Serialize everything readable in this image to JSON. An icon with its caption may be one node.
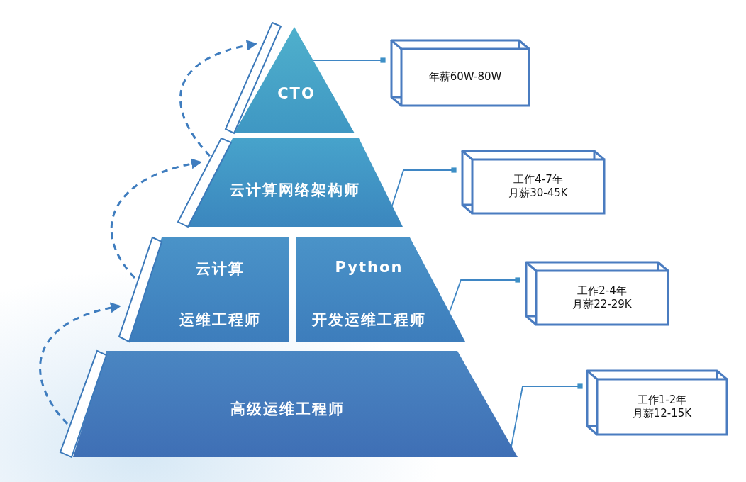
{
  "diagram": {
    "nodes": [
      {
        "text": [
          "CTO"
        ]
      },
      {
        "text": [
          "云计算网络架构师"
        ]
      },
      {
        "text": [
          "云计算",
          "运维工程师"
        ]
      },
      {
        "text": [
          "Python",
          "开发运维工程师"
        ]
      },
      {
        "text": [
          "高级运维工程师"
        ]
      },
      {
        "text": [
          "年薪60W-80W"
        ]
      },
      {
        "text": [
          "工作4-7年",
          "月薪30-45K"
        ]
      },
      {
        "text": [
          "工作2-4年",
          "月薪22-29K"
        ]
      },
      {
        "text": [
          "工作1-2年",
          "月薪12-15K"
        ]
      }
    ],
    "edges": [
      {
        "from": 4,
        "to": 2,
        "arrow": "to",
        "style": "dashed"
      },
      {
        "from": 2,
        "to": 1,
        "arrow": "to",
        "style": "dashed"
      },
      {
        "from": 1,
        "to": 0,
        "arrow": "to",
        "style": "dashed"
      },
      {
        "from": 0,
        "to": 5,
        "arrow": "other"
      },
      {
        "from": 1,
        "to": 6,
        "arrow": "other"
      },
      {
        "from": 3,
        "to": 7,
        "arrow": "other"
      },
      {
        "from": 4,
        "to": 8,
        "arrow": "other"
      }
    ]
  }
}
